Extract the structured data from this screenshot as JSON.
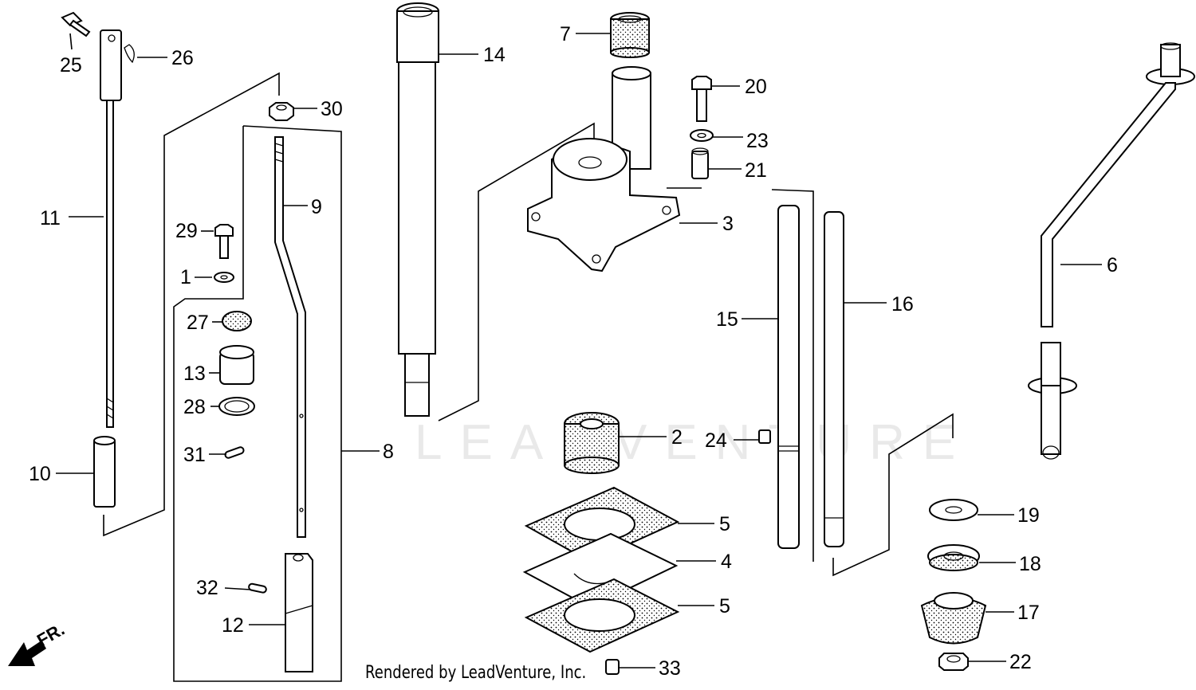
{
  "labels": {
    "p1": "1",
    "p2": "2",
    "p3": "3",
    "p4": "4",
    "p5a": "5",
    "p5b": "5",
    "p6": "6",
    "p7": "7",
    "p8": "8",
    "p9": "9",
    "p10": "10",
    "p11": "11",
    "p12": "12",
    "p13": "13",
    "p14": "14",
    "p15": "15",
    "p16": "16",
    "p17": "17",
    "p18": "18",
    "p19": "19",
    "p20": "20",
    "p21": "21",
    "p22": "22",
    "p23": "23",
    "p24": "24",
    "p25": "25",
    "p26": "26",
    "p27": "27",
    "p28": "28",
    "p29": "29",
    "p30": "30",
    "p31": "31",
    "p32": "32",
    "p33": "33"
  },
  "footer": "Rendered by LeadVenture, Inc.",
  "front_marker": "FR.",
  "watermark": "LEADVENTURE"
}
